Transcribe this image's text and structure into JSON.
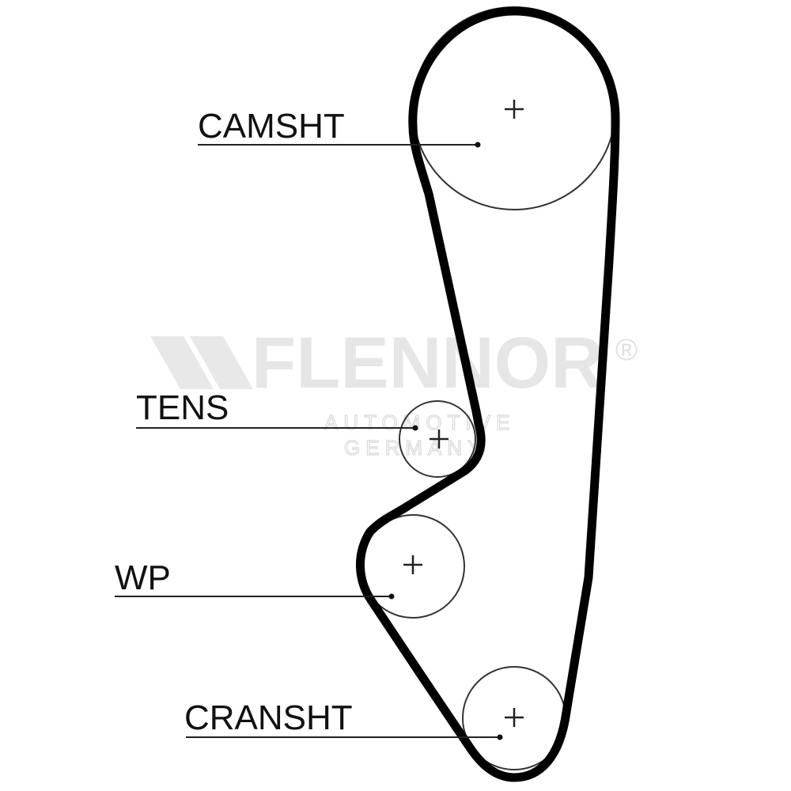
{
  "labels": {
    "camshaft": "CAMSHT",
    "tensioner": "TENS",
    "water_pump": "WP",
    "crankshaft": "CRANSHT"
  },
  "watermark": {
    "brand": "FLENNOR",
    "registered": "®",
    "line1": "AUTOMOTIVE",
    "line2": "GERMANY"
  },
  "colors": {
    "belt": "#000000",
    "pulley": "#333333",
    "label": "#111111",
    "watermark": "#e6e6e6"
  }
}
